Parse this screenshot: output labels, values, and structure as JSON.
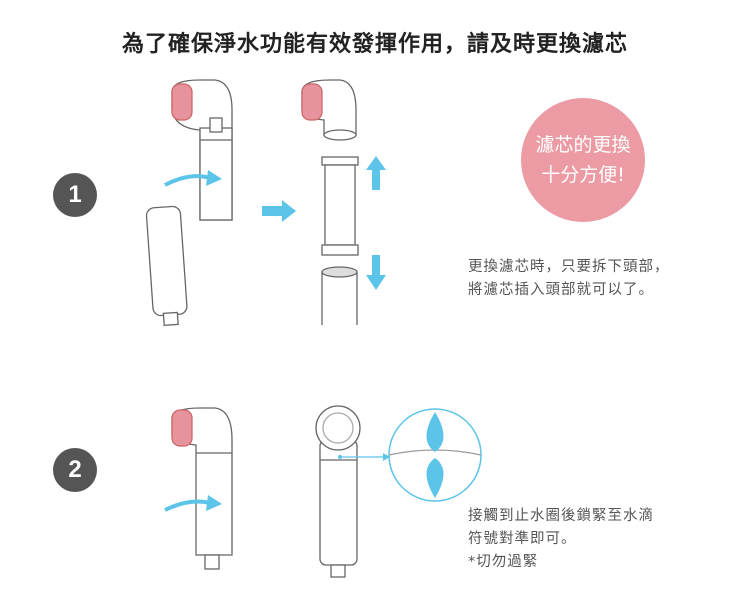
{
  "title": "為了確保淨水功能有效發揮作用，請及時更換濾芯",
  "steps": [
    {
      "number": "1",
      "bubble": [
        "濾芯的更換",
        "十分方便!"
      ],
      "description": [
        "更換濾芯時，只要拆下頭部，",
        "將濾芯插入頭部就可以了。"
      ]
    },
    {
      "number": "2",
      "description": [
        "接觸到止水圈後鎖緊至水滴",
        "符號對準即可。",
        "*切勿過緊"
      ]
    }
  ],
  "colors": {
    "accent_blue": "#5bc4e8",
    "pink": "#ec9aa3",
    "badge": "#555555"
  }
}
